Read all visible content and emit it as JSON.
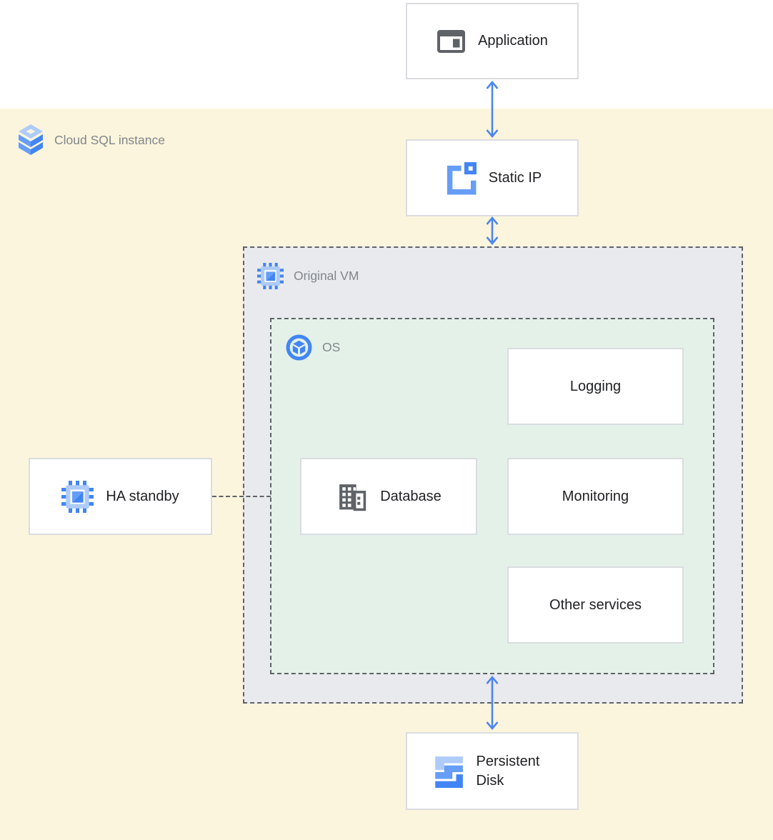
{
  "zones": {
    "cloud_sql": {
      "label": "Cloud SQL instance",
      "icon": "cloud-sql-icon"
    },
    "original_vm": {
      "label": "Original VM",
      "icon": "compute-engine-icon"
    },
    "os": {
      "label": "OS",
      "icon": "os-icon"
    }
  },
  "nodes": {
    "application": {
      "label": "Application",
      "icon": "application-window-icon"
    },
    "static_ip": {
      "label": "Static IP",
      "icon": "static-ip-icon"
    },
    "logging": {
      "label": "Logging"
    },
    "database": {
      "label": "Database",
      "icon": "database-building-icon"
    },
    "monitoring": {
      "label": "Monitoring"
    },
    "other_services": {
      "label": "Other services"
    },
    "ha_standby": {
      "label": "HA standby",
      "icon": "compute-engine-icon"
    },
    "persistent_disk": {
      "label": "Persistent Disk",
      "icon": "persistent-disk-icon"
    }
  },
  "connections": [
    {
      "from": "application",
      "to": "static_ip",
      "type": "bidirectional-arrow"
    },
    {
      "from": "static_ip",
      "to": "original_vm",
      "type": "bidirectional-arrow"
    },
    {
      "from": "os",
      "to": "persistent_disk",
      "type": "bidirectional-arrow"
    },
    {
      "from": "ha_standby",
      "to": "os",
      "type": "dashed-line"
    }
  ],
  "colors": {
    "canvas_top": "#FFFFFF",
    "cloud_sql_zone_bg": "#FCF5DD",
    "vm_zone_bg": "#E9EAED",
    "os_zone_bg": "#E4F1E9",
    "node_bg": "#FFFFFF",
    "node_border": "#DADCE0",
    "dashed_border": "#5F6368",
    "zone_label_text": "#80868B",
    "node_text": "#202124",
    "arrow_blue": "#4E86EC",
    "google_blue": "#4285F4",
    "google_blue_light": "#669DF6",
    "google_blue_pale": "#AECBFA",
    "icon_gray": "#5F6368"
  }
}
